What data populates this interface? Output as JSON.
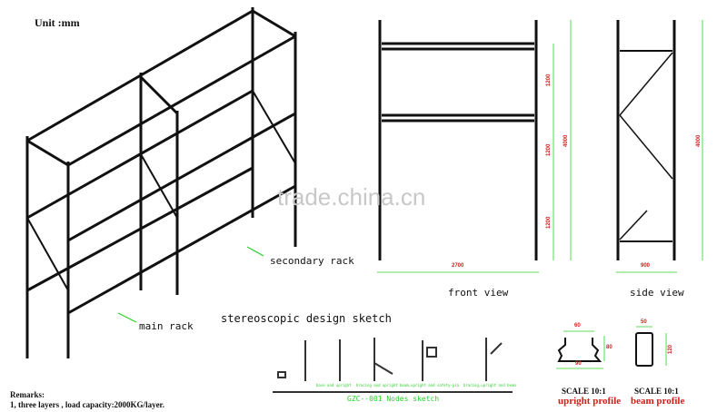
{
  "unit": "Unit :mm",
  "labels": {
    "secondary_rack": "secondary rack",
    "main_rack": "main rack",
    "stereo_sketch": "stereoscopic design sketch",
    "front_view": "front view",
    "side_view": "side view",
    "nodes_sketch": "GZC--001 Nodes sketch"
  },
  "front_dims": {
    "h1": "1200",
    "h2": "1200",
    "h3": "1200",
    "total": "4000",
    "width": "2700"
  },
  "side_dims": {
    "total": "4000",
    "depth": "900"
  },
  "nodes": [
    "base and upright",
    "bracing and upright",
    "beam,upright and safety-pin",
    "bracing,upright and beam"
  ],
  "profiles": [
    {
      "scale": "SCALE 10:1",
      "name": "upright profile",
      "dims": [
        "60",
        "80",
        "90"
      ]
    },
    {
      "scale": "SCALE 10:1",
      "name": "beam profile",
      "dims": [
        "50",
        "120"
      ]
    }
  ],
  "remarks": {
    "title": "Remarks:",
    "line1": "1, three layers , load capacity:2000KG/layer."
  },
  "watermark": "trade.china.cn",
  "colors": {
    "dim": "#2ad12a",
    "text_red": "#d0201a"
  }
}
